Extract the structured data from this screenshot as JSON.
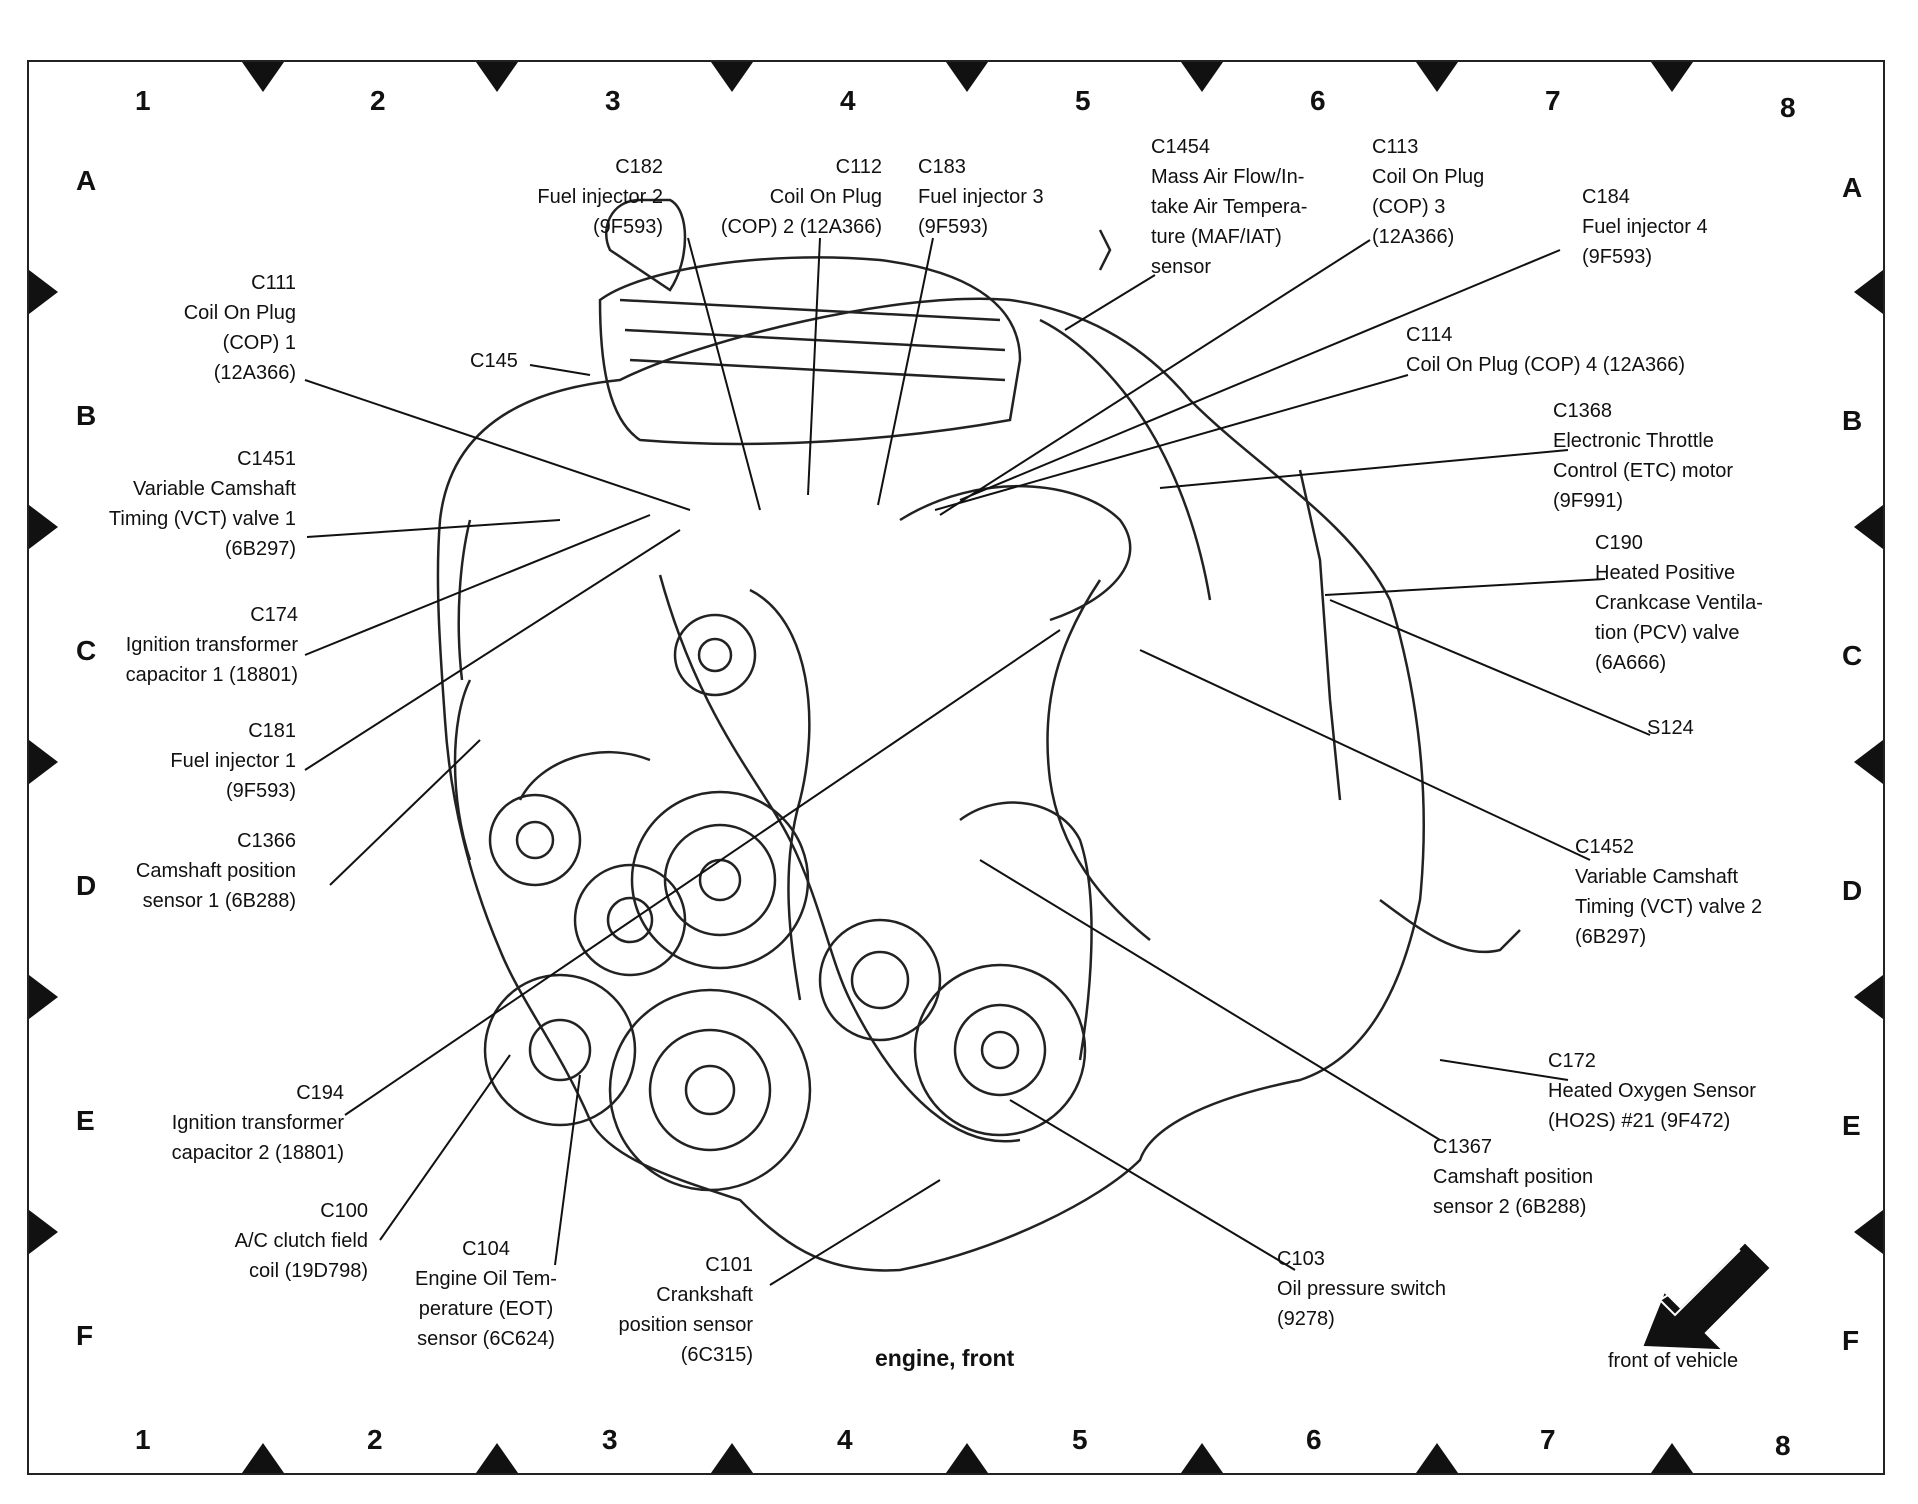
{
  "grid": {
    "columns": [
      "1",
      "2",
      "3",
      "4",
      "5",
      "6",
      "7",
      "8"
    ],
    "rows": [
      "A",
      "B",
      "C",
      "D",
      "E",
      "F"
    ]
  },
  "caption": "engine, front",
  "front_label": "front of vehicle",
  "connectors": {
    "c182": "C182\nFuel injector 2\n(9F593)",
    "c112": "C112\nCoil On Plug\n(COP) 2 (12A366)",
    "c183": "C183\nFuel injector 3\n(9F593)",
    "c1454": "C1454\nMass Air Flow/In-\ntake Air Tempera-\nture (MAF/IAT)\nsensor",
    "c113": "C113\nCoil On Plug\n(COP) 3\n(12A366)",
    "c184": "C184\nFuel injector 4\n(9F593)",
    "c111": "C111\nCoil On Plug\n(COP) 1\n(12A366)",
    "c145": "C145",
    "c114": "C114\nCoil On Plug (COP) 4 (12A366)",
    "c1368": "C1368\nElectronic Throttle\nControl (ETC) motor\n(9F991)",
    "c1451": "C1451\nVariable Camshaft\nTiming (VCT) valve 1\n(6B297)",
    "c190": "C190\nHeated Positive\nCrankcase Ventila-\ntion (PCV) valve\n(6A666)",
    "c174": "C174\nIgnition transformer\ncapacitor 1 (18801)",
    "s124": "S124",
    "c181": "C181\nFuel injector 1\n(9F593)",
    "c1366": "C1366\nCamshaft position\nsensor 1 (6B288)",
    "c1452": "C1452\nVariable Camshaft\nTiming (VCT) valve 2\n(6B297)",
    "c172": "C172\nHeated Oxygen Sensor\n(HO2S) #21 (9F472)",
    "c194": "C194\nIgnition transformer\ncapacitor 2 (18801)",
    "c1367": "C1367\nCamshaft position\nsensor 2 (6B288)",
    "c100": "C100\nA/C clutch field\ncoil (19D798)",
    "c104": "C104\nEngine Oil Tem-\nperature (EOT)\nsensor (6C624)",
    "c101": "C101\nCrankshaft\nposition sensor\n(6C315)",
    "c103": "C103\nOil pressure switch\n(9278)"
  }
}
